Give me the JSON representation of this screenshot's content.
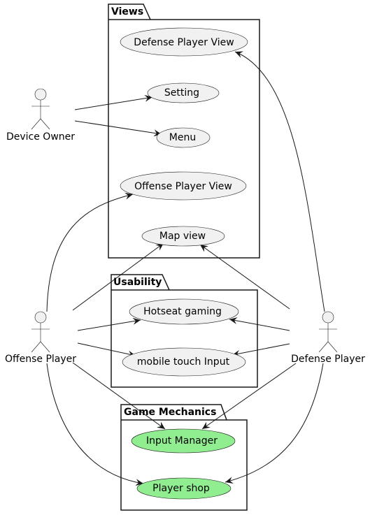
{
  "diagram": {
    "packages": {
      "views": "Views",
      "usability": "Usability",
      "mechanics": "Game Mechanics"
    },
    "use_cases": {
      "defense_view": "Defense Player View",
      "setting": "Setting",
      "menu": "Menu",
      "offense_view": "Offense Player View",
      "map_view": "Map view",
      "hotseat": "Hotseat gaming",
      "touch_input": "mobile touch Input",
      "input_manager": "Input Manager",
      "player_shop": "Player shop"
    },
    "actors": {
      "device_owner": "Device Owner",
      "offense_player": "Offense Player",
      "defense_player": "Defense Player"
    },
    "colors": {
      "use_case_fill": "#f1f1f1",
      "mechanics_fill": "#90ee90",
      "border": "#181818"
    }
  }
}
